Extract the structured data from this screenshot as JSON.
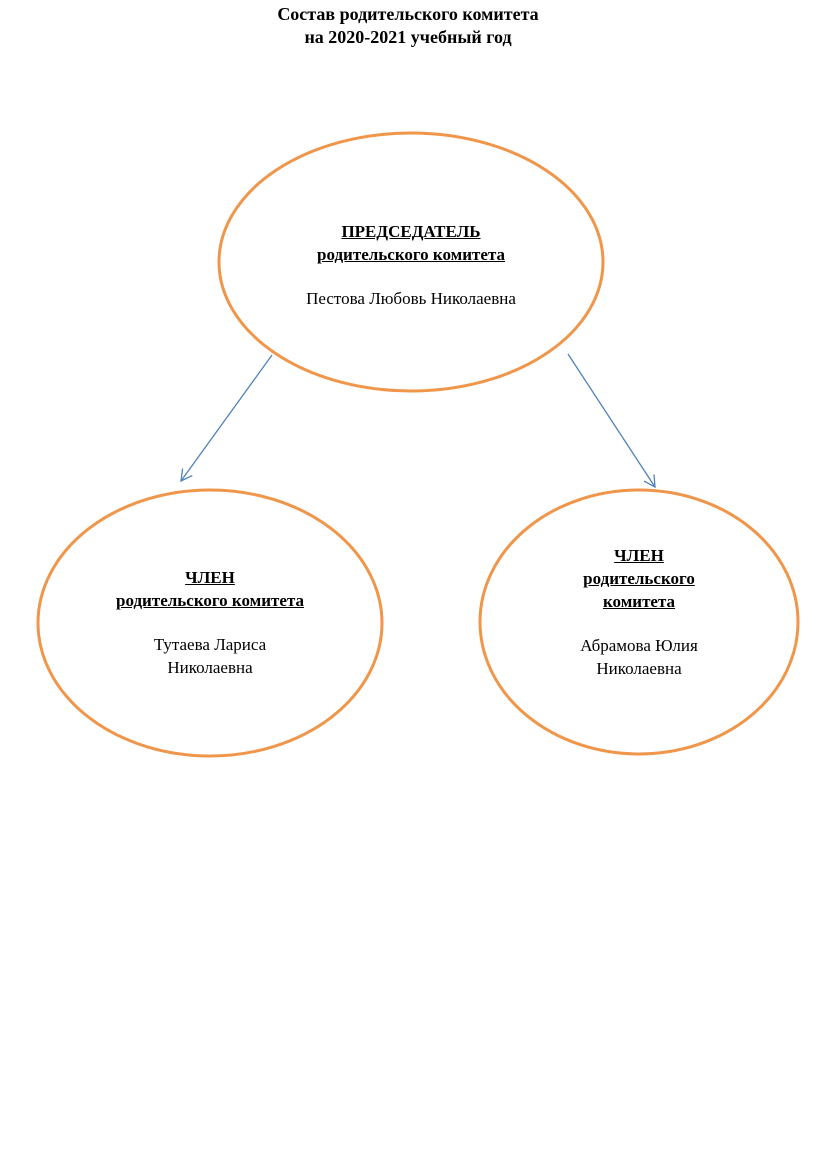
{
  "title": {
    "line1": "Состав родительского комитета",
    "line2": "на 2020-2021 учебный год"
  },
  "colors": {
    "ellipse": "#F0964A",
    "arrow": "#4F81BD"
  },
  "chairman": {
    "role": "ПРЕДСЕДАТЕЛЬ",
    "subtitle": "родительского комитета",
    "name": "Пестова Любовь Николаевна"
  },
  "members": [
    {
      "role": "ЧЛЕН",
      "subtitle": "родительского комитета",
      "name_line1": "Тутаева Лариса",
      "name_line2": "Николаевна"
    },
    {
      "role": "ЧЛЕН",
      "subtitle_line1": "родительского",
      "subtitle_line2": "комитета",
      "name_line1": "Абрамова Юлия",
      "name_line2": "Николаевна"
    }
  ]
}
